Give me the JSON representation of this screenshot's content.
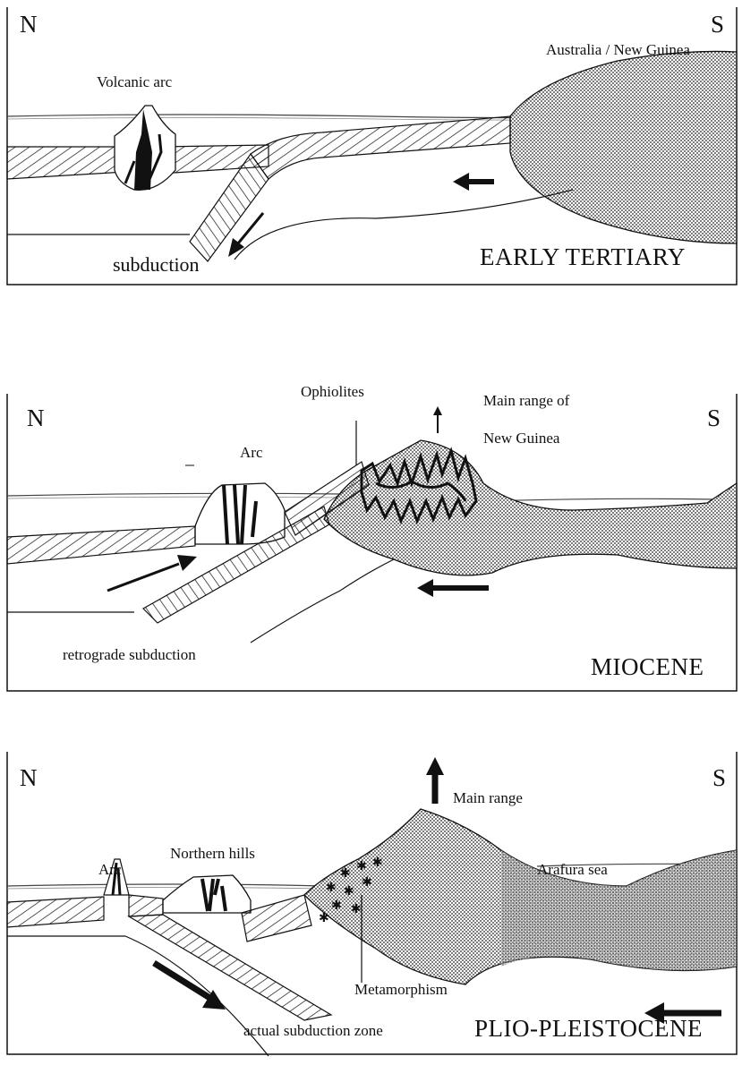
{
  "panels": [
    {
      "compass_n": "N",
      "compass_s": "S",
      "era": "EARLY TERTIARY",
      "labels": {
        "volcanic_arc": "Volcanic arc",
        "australia": "Australia / New Guinea",
        "subduction": "subduction"
      }
    },
    {
      "compass_n": "N",
      "compass_s": "S",
      "era": "MIOCENE",
      "labels": {
        "ophiolites": "Ophiolites",
        "main_range_1": "Main range of",
        "main_range_2": "New Guinea",
        "arc": "Arc",
        "retrograde": "retrograde subduction"
      }
    },
    {
      "compass_n": "N",
      "compass_s": "S",
      "era": "PLIO-PLEISTOCENE",
      "labels": {
        "main_range": "Main range",
        "northern_hills": "Northern hills",
        "arc": "Arc",
        "arafura": "Arafura sea",
        "metamorphism": "Metamorphism",
        "actual_subduction": "actual subduction zone"
      }
    }
  ]
}
